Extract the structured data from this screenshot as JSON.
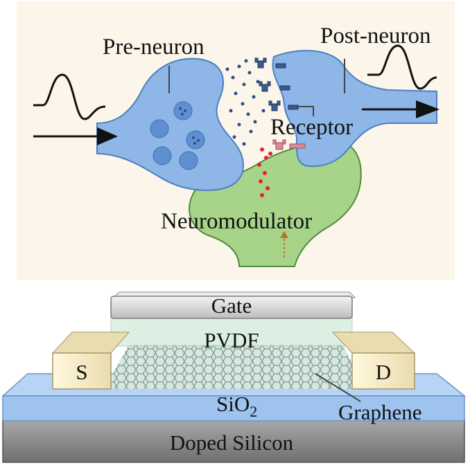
{
  "synapse": {
    "pre_neuron": "Pre-neuron",
    "post_neuron": "Post-neuron",
    "receptor": "Receptor",
    "neuromodulator": "Neuromodulator"
  },
  "device": {
    "gate": "Gate",
    "pvdf": "PVDF",
    "source": "S",
    "drain": "D",
    "sio2_base": "SiO",
    "sio2_sub": "2",
    "graphene": "Graphene",
    "substrate": "Doped Silicon"
  },
  "colors": {
    "panel_bg": "#fbf5ea",
    "neuron_fill": "#8eb6e6",
    "neuron_stroke": "#4a7fc4",
    "glia_fill": "#a8d48a",
    "glia_stroke": "#4f8a3d",
    "neurotransmitter": "#2c4f8a",
    "neuromodulator_dot": "#e0262a",
    "gate_fill": "#dcdcdc",
    "pvdf_fill": "#cfe9d6",
    "electrode_fill": "#f4ecc8",
    "sio2_fill": "#9dc3ee",
    "silicon_fill": "#8a8a8a"
  }
}
